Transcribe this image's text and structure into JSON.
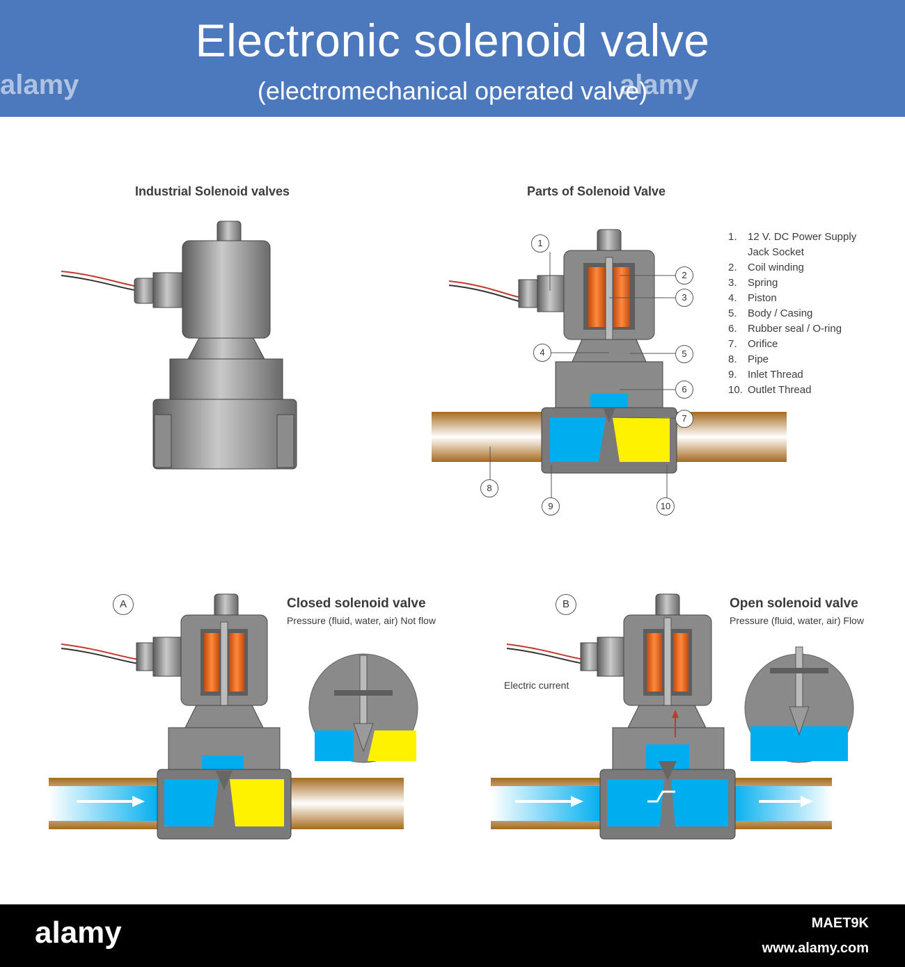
{
  "header": {
    "title": "Electronic solenoid valve",
    "subtitle": "(electromechanical operated valve)",
    "watermark": "alamy",
    "background": "#4c78bd"
  },
  "sections": {
    "industrial": {
      "label": "Industrial Solenoid valves"
    },
    "parts": {
      "label": "Parts of Solenoid Valve",
      "items": [
        {
          "num": "1.",
          "text": "12 V. DC Power Supply",
          "text2": "Jack Socket"
        },
        {
          "num": "2.",
          "text": "Coil winding"
        },
        {
          "num": "3.",
          "text": "Spring"
        },
        {
          "num": "4.",
          "text": "Piston"
        },
        {
          "num": "5.",
          "text": "Body / Casing"
        },
        {
          "num": "6.",
          "text": "Rubber seal / O-ring"
        },
        {
          "num": "7.",
          "text": "Orifice"
        },
        {
          "num": "8.",
          "text": "Pipe"
        },
        {
          "num": "9.",
          "text": "Inlet Thread"
        },
        {
          "num": "10.",
          "text": "Outlet Thread"
        }
      ],
      "callouts": [
        "1",
        "2",
        "3",
        "4",
        "5",
        "6",
        "7",
        "8",
        "9",
        "10"
      ]
    },
    "closed": {
      "badge": "A",
      "title": "Closed solenoid valve",
      "subtitle": "Pressure (fluid, water, air) Not flow"
    },
    "open": {
      "badge": "B",
      "title": "Open solenoid valve",
      "subtitle": "Pressure (fluid, water, air) Flow",
      "electric_label": "Electric current"
    }
  },
  "colors": {
    "coil": "#f07a2a",
    "water": "#00aeef",
    "air": "#fff200",
    "pipe": "#b57a2a",
    "metal": "#9a9a9a"
  },
  "footer": {
    "logo": "alamy",
    "image_code": "MAET9K",
    "site": "www.alamy.com"
  }
}
